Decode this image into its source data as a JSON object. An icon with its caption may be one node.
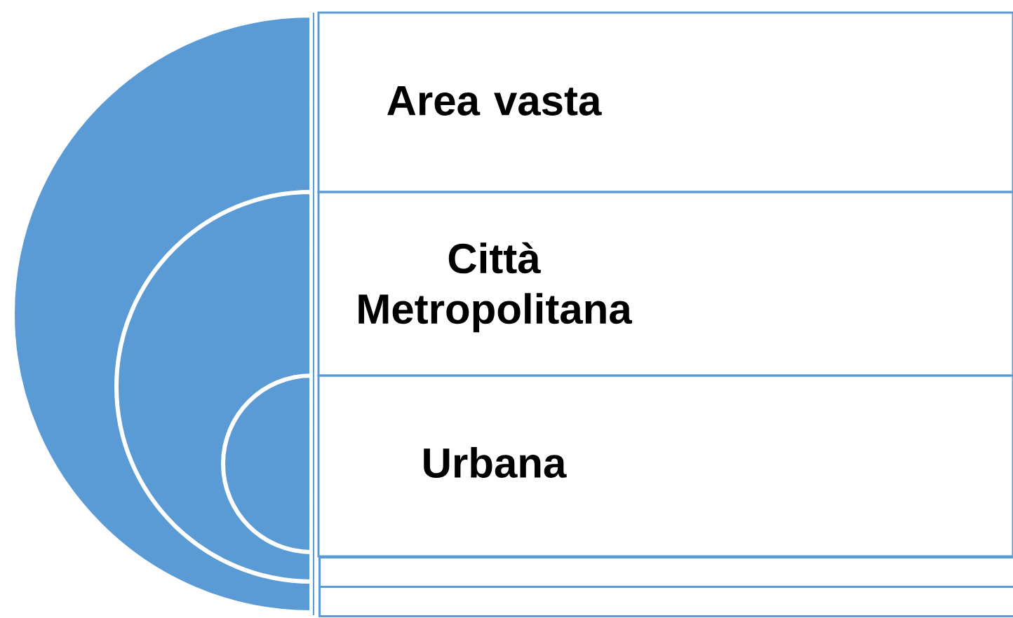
{
  "diagram": {
    "nodes": [
      {
        "text": [
          "Area vasta"
        ]
      },
      {
        "text": [
          "Città Metropolitana"
        ]
      },
      {
        "text": [
          "Urbana"
        ]
      },
      {
        "text": [],
        "shape": "box"
      },
      {
        "text": [],
        "shape": "box"
      }
    ]
  }
}
